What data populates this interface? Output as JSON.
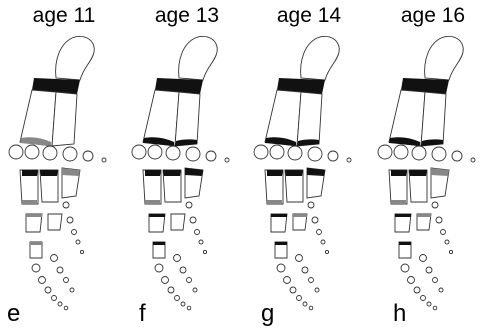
{
  "panels": [
    {
      "title": "age 11",
      "letter": "e"
    },
    {
      "title": "age 13",
      "letter": "f"
    },
    {
      "title": "age 14",
      "letter": "g"
    },
    {
      "title": "age 16",
      "letter": "h"
    }
  ],
  "colors": {
    "outline": "#333333",
    "ossified": "#111111",
    "partial": "#888888",
    "background": "#ffffff"
  }
}
